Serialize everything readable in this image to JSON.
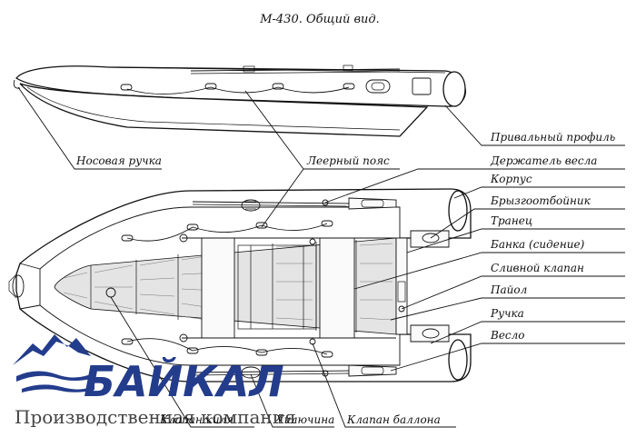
{
  "title": "М-430. Общий вид.",
  "labels": {
    "bow_handle": "Носовая ручка",
    "lifeline": "Леерный пояс",
    "rub_strake": "Привальный профиль",
    "oar_holder": "Держатель весла",
    "hull": "Корпус",
    "spray_guard": "Брызгоотбойник",
    "transom": "Транец",
    "bench": "Банка (сидение)",
    "drain_valve": "Сливной клапан",
    "floor": "Пайол",
    "handle": "Ручка",
    "oar": "Весло",
    "keel_valve": "Клапан киля",
    "oarlock": "Уключина",
    "tube_valve": "Клапан баллона"
  },
  "logo": {
    "brand": "БАЙКАЛ",
    "company": "Производственная компания",
    "color": "#233c8c"
  }
}
